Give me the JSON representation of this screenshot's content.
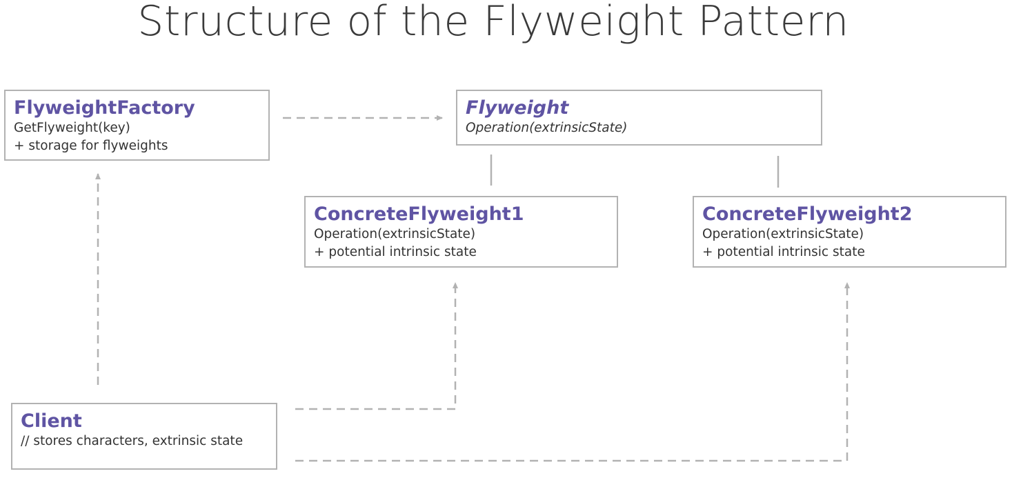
{
  "title": "Structure of the Flyweight Pattern",
  "colors": {
    "class_name": "#5f54a3",
    "border": "#b2b2b2",
    "connector": "#b2b2b2",
    "text": "#333333"
  },
  "boxes": {
    "factory": {
      "name": "FlyweightFactory",
      "lines": [
        "GetFlyweight(key)",
        "+ storage for flyweights"
      ]
    },
    "flyweight": {
      "name": "Flyweight",
      "lines": [
        "Operation(extrinsicState)"
      ]
    },
    "concrete1": {
      "name": "ConcreteFlyweight1",
      "lines": [
        "Operation(extrinsicState)",
        "+ potential intrinsic state"
      ]
    },
    "concrete2": {
      "name": "ConcreteFlyweight2",
      "lines": [
        "Operation(extrinsicState)",
        "+ potential intrinsic state"
      ]
    },
    "client": {
      "name": "Client",
      "lines": [
        "// stores characters, extrinsic state"
      ]
    }
  }
}
